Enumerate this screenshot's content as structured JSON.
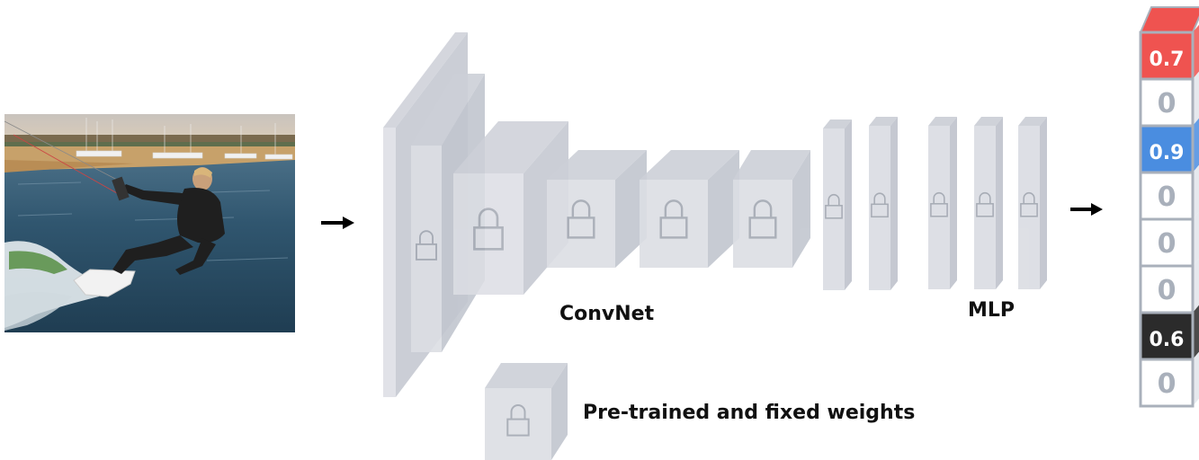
{
  "labels": {
    "convnet": "ConvNet",
    "mlp": "MLP",
    "legend": "Pre-trained and fixed weights"
  },
  "photo": {
    "subject": "kitesurfer on water with sailboats in background"
  },
  "output_vector": [
    {
      "value": "",
      "style": "red"
    },
    {
      "value": "0.7",
      "style": "red"
    },
    {
      "value": "0",
      "style": "white"
    },
    {
      "value": "0.9",
      "style": "blue"
    },
    {
      "value": "0",
      "style": "white"
    },
    {
      "value": "0",
      "style": "white"
    },
    {
      "value": "0",
      "style": "white"
    },
    {
      "value": "0.6",
      "style": "black"
    },
    {
      "value": "0",
      "style": "white"
    }
  ],
  "colors": {
    "block_front": "#dcdee4",
    "block_top": "#cdd0d8",
    "block_side": "#c2c6cf",
    "lock_stroke": "#a3a8b2",
    "red": "#ef5350",
    "blue": "#4a8de0",
    "black": "#2b2b2b",
    "cell_border": "#a9b0bb",
    "text_gray": "#a9b0bb",
    "arrow": "#000000"
  },
  "icons": [
    "arrow-right-icon",
    "lock-icon"
  ]
}
